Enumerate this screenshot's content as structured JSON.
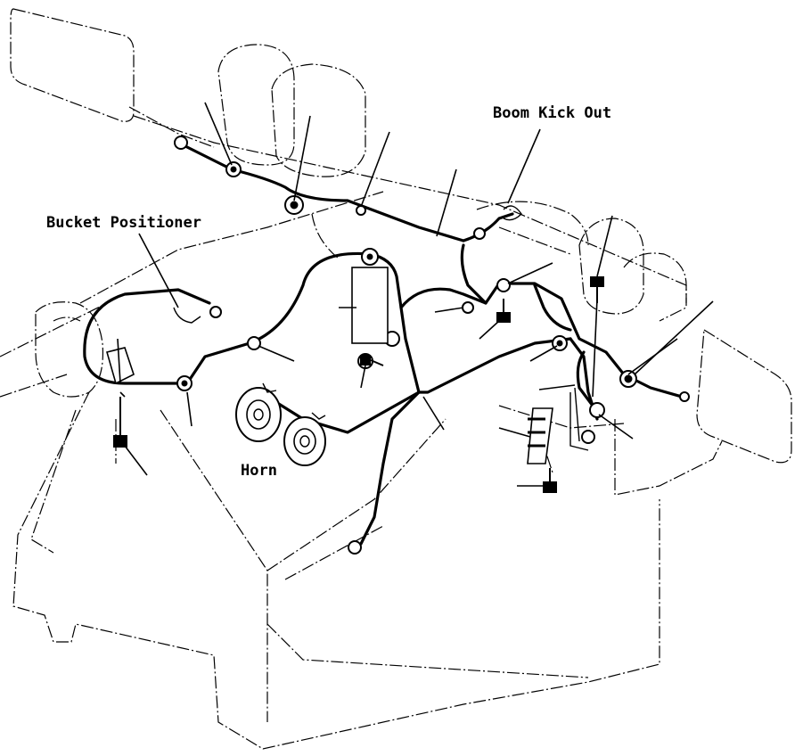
{
  "diagram": {
    "labels": {
      "boom_kick_out": "Boom Kick Out",
      "bucket_positioner": "Bucket Positioner",
      "horn": "Horn"
    },
    "colors": {
      "line": "#000000",
      "background": "#ffffff"
    }
  }
}
